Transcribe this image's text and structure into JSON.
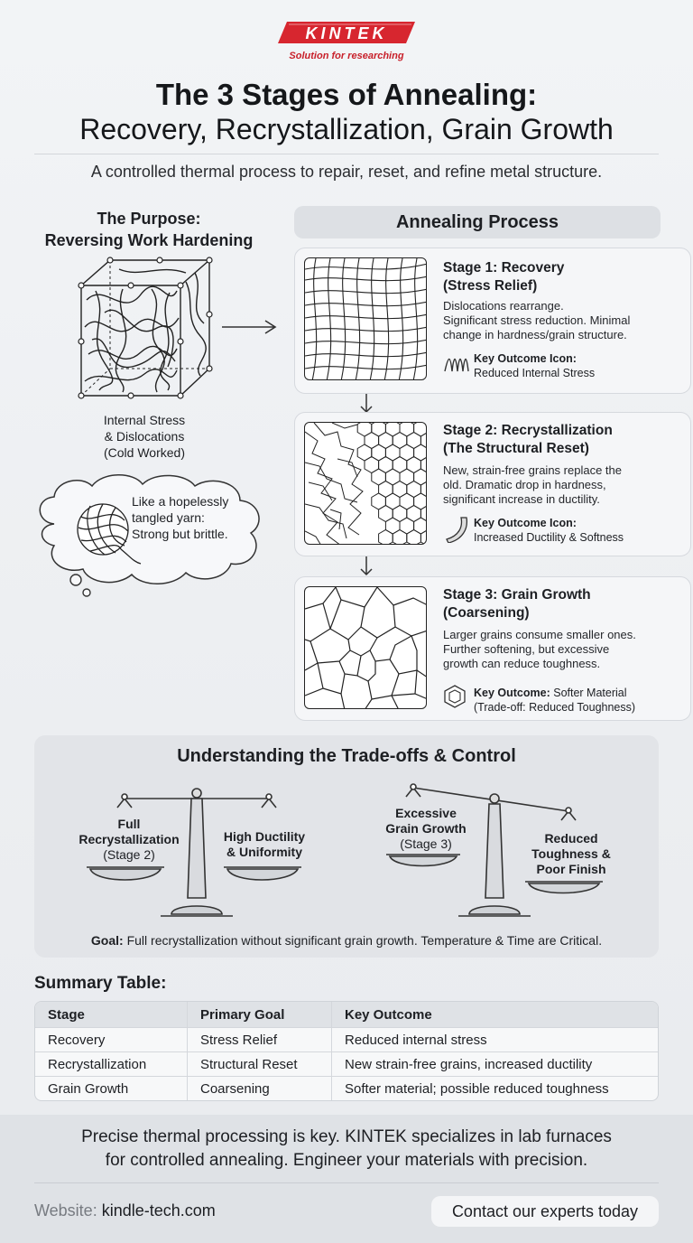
{
  "header": {
    "logo_text": "KINTEK",
    "tagline": "Solution for researching",
    "title_line1": "The 3 Stages of Annealing:",
    "title_line2": "Recovery, Recrystallization, Grain Growth",
    "subtitle": "A controlled thermal process to repair, reset, and refine metal structure."
  },
  "purpose": {
    "title_line1": "The Purpose:",
    "title_line2": "Reversing Work Hardening",
    "stress_label": [
      "Internal Stress",
      "& Dislocations",
      "(Cold Worked)"
    ],
    "analogy": [
      "Like a hopelessly",
      "tangled yarn:",
      "Strong but brittle."
    ]
  },
  "process": {
    "header": "Annealing Process",
    "stages": [
      {
        "title": [
          "Stage 1: Recovery",
          "(Stress Relief)"
        ],
        "desc": [
          "Dislocations rearrange.",
          "Significant stress reduction. Minimal",
          "change in hardness/grain structure."
        ],
        "key_label": "Key Outcome Icon:",
        "key_value": "Reduced Internal Stress",
        "icon": "spring-icon"
      },
      {
        "title": [
          "Stage 2: Recrystallization",
          "(The Structural Reset)"
        ],
        "desc": [
          "New, strain-free grains replace the",
          "old. Dramatic drop in hardness,",
          "significant increase in ductility."
        ],
        "key_label": "Key Outcome Icon:",
        "key_value": "Increased Ductility & Softness",
        "icon": "bent-strip-icon"
      },
      {
        "title": [
          "Stage 3: Grain Growth",
          "(Coarsening)"
        ],
        "desc": [
          "Larger grains consume smaller ones.",
          "Further softening, but excessive",
          "growth can reduce toughness."
        ],
        "key_label": "Key Outcome:",
        "key_value": "Softer Material",
        "key_value2": "(Trade-off: Reduced Toughness)",
        "icon": "hexagon-gem-icon"
      }
    ]
  },
  "tradeoffs": {
    "title": "Understanding the Trade-offs & Control",
    "scale1_left": [
      "Full",
      "Recrystallization",
      "(Stage 2)"
    ],
    "scale1_right": [
      "High Ductility",
      "& Uniformity"
    ],
    "scale2_left": [
      "Excessive",
      "Grain Growth",
      "(Stage 3)"
    ],
    "scale2_right": [
      "Reduced",
      "Toughness &",
      "Poor Finish"
    ],
    "goal_label": "Goal:",
    "goal_text": "Full recrystallization without significant grain growth. Temperature & Time are Critical."
  },
  "summary": {
    "title": "Summary Table:",
    "headers": [
      "Stage",
      "Primary Goal",
      "Key Outcome"
    ],
    "rows": [
      [
        "Recovery",
        "Stress Relief",
        "Reduced internal stress"
      ],
      [
        "Recrystallization",
        "Structural Reset",
        "New strain-free grains, increased ductility"
      ],
      [
        "Grain Growth",
        "Coarsening",
        "Softer material; possible reduced toughness"
      ]
    ]
  },
  "footer": {
    "line1": "Precise thermal processing is key. KINTEK specializes in lab furnaces",
    "line2": "for controlled annealing. Engineer your materials with precision.",
    "website_label": "Website:",
    "website": "kindle-tech.com",
    "contact": "Contact our experts today"
  },
  "colors": {
    "brand_red": "#d7262f",
    "text": "#1d1f23",
    "panel": "#e2e4e8"
  }
}
